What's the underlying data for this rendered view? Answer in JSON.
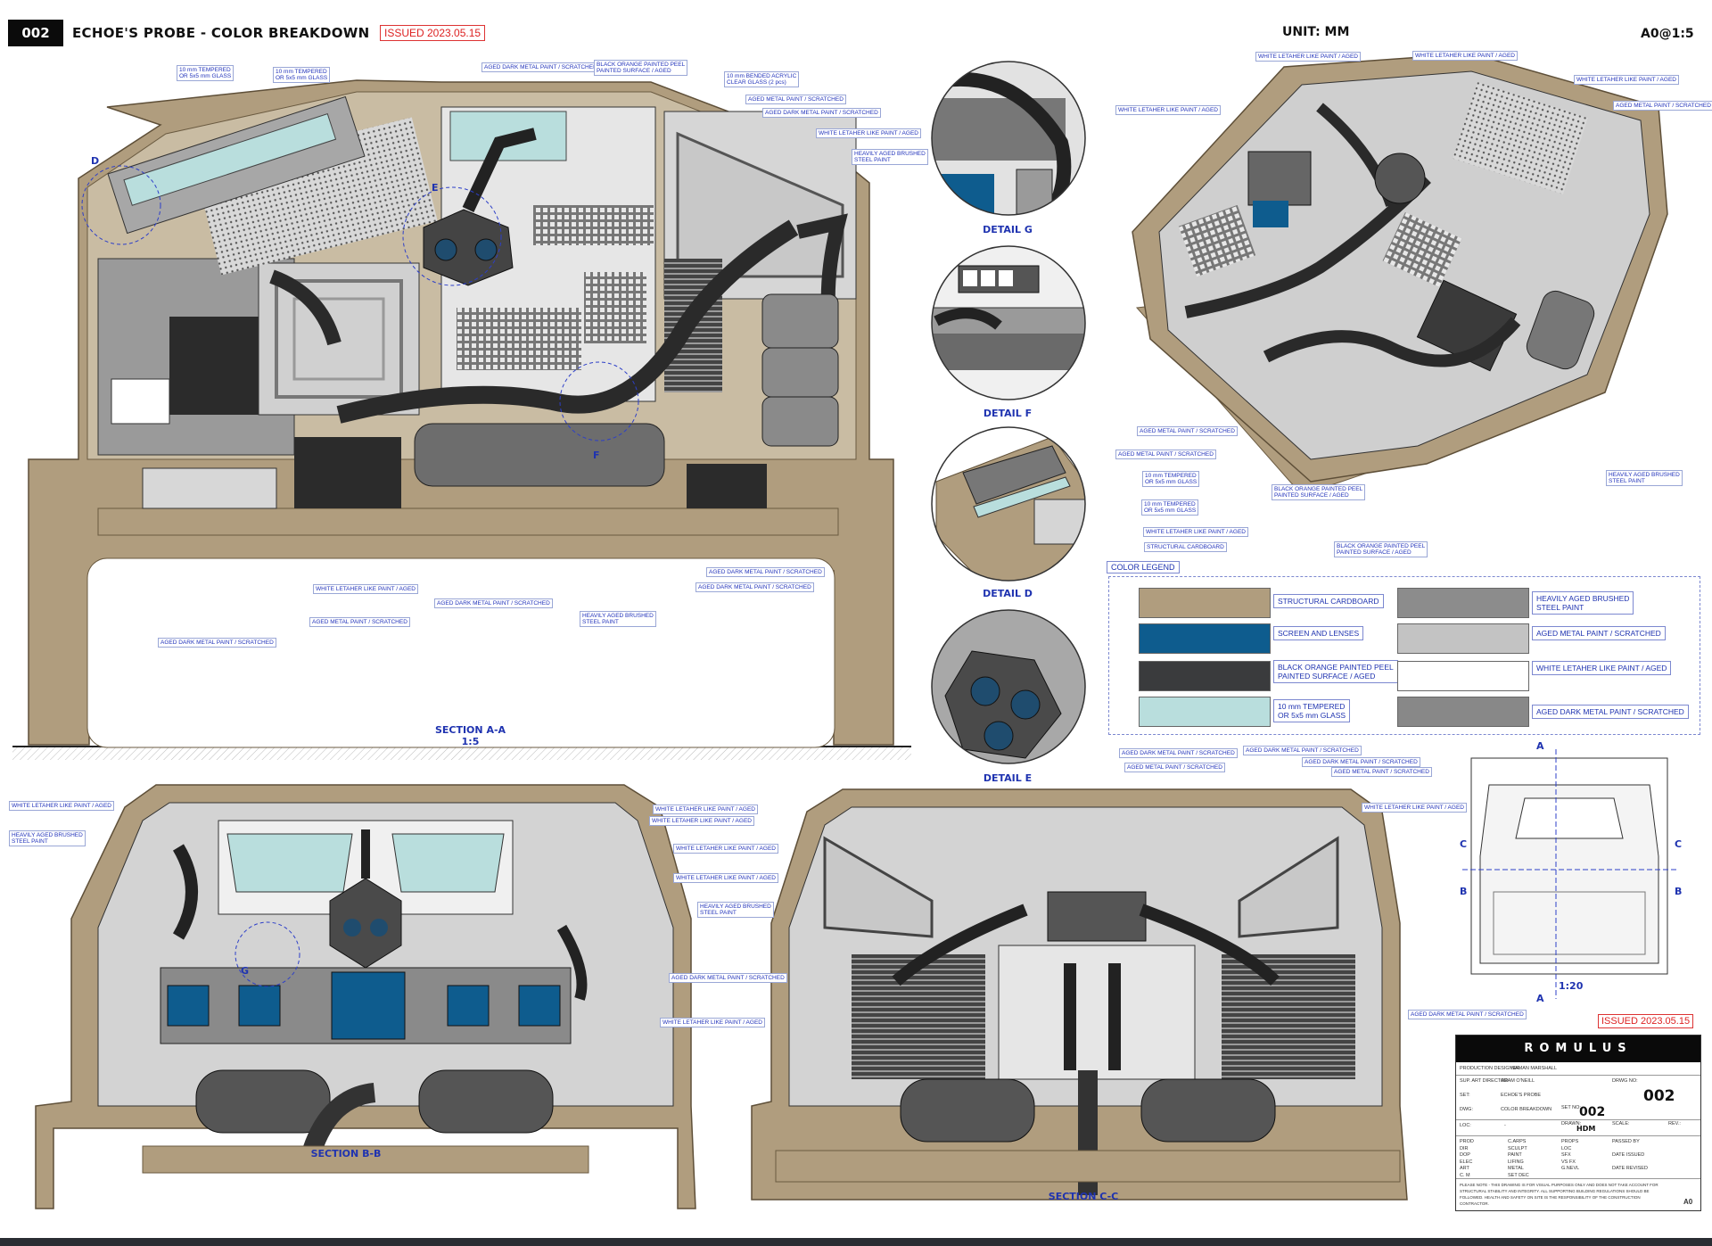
{
  "header": {
    "drawing_no": "002",
    "title": "ECHOE'S PROBE - COLOR BREAKDOWN",
    "issued": "ISSUED 2023.05.15",
    "unit": "UNIT: MM",
    "sheet_scale": "A0@1:5"
  },
  "sections": {
    "a_a": "SECTION A-A",
    "a_a_scale": "1:5",
    "b_b": "SECTION B-B",
    "c_c": "SECTION C-C"
  },
  "details": {
    "g": "DETAIL G",
    "f": "DETAIL F",
    "d": "DETAIL D",
    "e": "DETAIL E"
  },
  "markers": {
    "d": "D",
    "e": "E",
    "f": "F",
    "g": "G",
    "a_top": "A",
    "a_bottom": "A",
    "c_left": "C",
    "c_right": "C",
    "b_left": "B",
    "b_right": "B",
    "plan_scale": "1:20"
  },
  "callouts": {
    "aa_1": "10 mm TEMPERED\nOR 5x5 mm GLASS",
    "aa_2": "10 mm TEMPERED\nOR 5x5 mm GLASS",
    "aa_3": "AGED DARK METAL PAINT / SCRATCHED",
    "aa_4": "BLACK ORANGE PAINTED PEEL\nPAINTED SURFACE / AGED",
    "aa_5": "10 mm BENDED ACRYLIC\nCLEAR GLASS (2 pcs)",
    "aa_6": "AGED METAL PAINT / SCRATCHED",
    "aa_7": "AGED DARK METAL PAINT / SCRATCHED",
    "aa_8": "WHITE LETAHER LIKE PAINT / AGED",
    "aa_9": "HEAVILY AGED BRUSHED\nSTEEL PAINT",
    "aa_10": "AGED DARK METAL PAINT / SCRATCHED",
    "aa_11": "AGED DARK METAL PAINT / SCRATCHED",
    "aa_12": "WHITE LETAHER LIKE PAINT / AGED",
    "aa_13": "AGED DARK METAL PAINT / SCRATCHED",
    "aa_14": "AGED METAL PAINT / SCRATCHED",
    "aa_15": "HEAVILY AGED BRUSHED\nSTEEL PAINT",
    "aa_16": "AGED DARK METAL PAINT / SCRATCHED",
    "g_1": "WHITE LETAHER LIKE PAINT / AGED",
    "d_1": "AGED METAL PAINT / SCRATCHED",
    "d_2": "AGED METAL PAINT / SCRATCHED",
    "d_3": "10 mm TEMPERED\nOR 5x5 mm GLASS",
    "d_4": "10 mm TEMPERED\nOR 5x5 mm GLASS",
    "d_5": "WHITE LETAHER LIKE PAINT / AGED",
    "d_6": "STRUCTURAL CARDBOARD",
    "iso_1": "WHITE LETAHER LIKE PAINT / AGED",
    "iso_2": "WHITE LETAHER LIKE PAINT / AGED",
    "iso_3": "WHITE LETAHER LIKE PAINT / AGED",
    "iso_4": "AGED METAL PAINT / SCRATCHED",
    "iso_5": "BLACK ORANGE PAINTED PEEL\nPAINTED SURFACE / AGED",
    "iso_6": "BLACK ORANGE PAINTED PEEL\nPAINTED SURFACE / AGED",
    "iso_7": "HEAVILY AGED BRUSHED\nSTEEL PAINT",
    "bb_1": "WHITE LETAHER LIKE PAINT / AGED",
    "bb_2": "HEAVILY AGED BRUSHED\nSTEEL PAINT",
    "bb_3": "WHITE LETAHER LIKE PAINT / AGED",
    "bb_4": "WHITE LETAHER LIKE PAINT / AGED",
    "bb_5": "WHITE LETAHER LIKE PAINT / AGED",
    "bb_6": "WHITE LETAHER LIKE PAINT / AGED",
    "bb_7": "HEAVILY AGED BRUSHED\nSTEEL PAINT",
    "bb_8": "AGED DARK METAL PAINT / SCRATCHED",
    "bb_9": "WHITE LETAHER LIKE PAINT / AGED",
    "cc_1": "AGED DARK METAL PAINT / SCRATCHED",
    "cc_2": "AGED METAL PAINT / SCRATCHED",
    "cc_3": "AGED DARK METAL PAINT / SCRATCHED",
    "cc_4": "AGED DARK METAL PAINT / SCRATCHED",
    "cc_5": "AGED METAL PAINT / SCRATCHED",
    "cc_6": "WHITE LETAHER LIKE PAINT / AGED",
    "cc_7": "AGED DARK METAL PAINT / SCRATCHED"
  },
  "legend": {
    "title": "COLOR LEGEND",
    "items": [
      {
        "label": "STRUCTURAL CARDBOARD",
        "color": "#b09d7e"
      },
      {
        "label": "SCREEN AND LENSES",
        "color": "#0e5c8e"
      },
      {
        "label": "BLACK ORANGE PAINTED PEEL\nPAINTED SURFACE / AGED",
        "color": "#3a3b3d"
      },
      {
        "label": "10 mm TEMPERED\nOR 5x5 mm GLASS",
        "color": "#b9dedd"
      },
      {
        "label": "HEAVILY AGED BRUSHED\nSTEEL PAINT",
        "color": "#8c8c8c"
      },
      {
        "label": "AGED METAL PAINT / SCRATCHED",
        "color": "#c3c3c3"
      },
      {
        "label": "WHITE LETAHER LIKE PAINT / AGED",
        "color": "#ffffff"
      },
      {
        "label": "AGED DARK METAL PAINT / SCRATCHED",
        "color": "#888888"
      }
    ]
  },
  "title_block": {
    "issued": "ISSUED 2023.05.15",
    "project": "ROMULUS",
    "prod_designer_label": "PRODUCTION DESIGNER",
    "prod_designer": "NAMAN MARSHALL",
    "sup_art_label": "SUP. ART DIRECTOR",
    "sup_art": "ADAM O'NEILL",
    "set_label": "SET:",
    "set": "ECHOE'S PROBE",
    "dwg_label": "DWG:",
    "dwg": "COLOR BREAKDOWN",
    "dwg_no_label": "DRWG NO:",
    "dwg_no": "002",
    "set_no_label": "SET NO:",
    "set_no": "002",
    "loc_label": "LOC:",
    "loc": "-",
    "drawn_label": "DRAWN:",
    "drawn": "HDM",
    "scale_label": "SCALE:",
    "rev_label": "REV.:",
    "rows": [
      [
        "PROD",
        "C.ARPS",
        "PROPS",
        "PASSED BY"
      ],
      [
        "DIR",
        "SCULPT",
        "LOC",
        ""
      ],
      [
        "DOP",
        "PAINT",
        "SFX",
        "DATE ISSUED"
      ],
      [
        "ELEC",
        "LIFING",
        "VS FX",
        ""
      ],
      [
        "ART",
        "METAL",
        "G.NEVL",
        "DATE REVISED"
      ],
      [
        "C. M",
        "SET DEC",
        "",
        ""
      ]
    ],
    "note": "PLEASE NOTE - THIS DRAWING IS FOR VISUAL PURPOSES ONLY AND DOES NOT TAKE ACCOUNT FOR STRUCTURAL STABILITY AND INTEGRITY. ALL SUPPORTING BUILDING REGULATIONS SHOULD BE FOLLOWED. HEALTH AND SAFETY ON SITE IS THE RESPONSIBILITY OF THE CONSTRUCTION CONTRACTOR.",
    "sheet": "A0"
  }
}
